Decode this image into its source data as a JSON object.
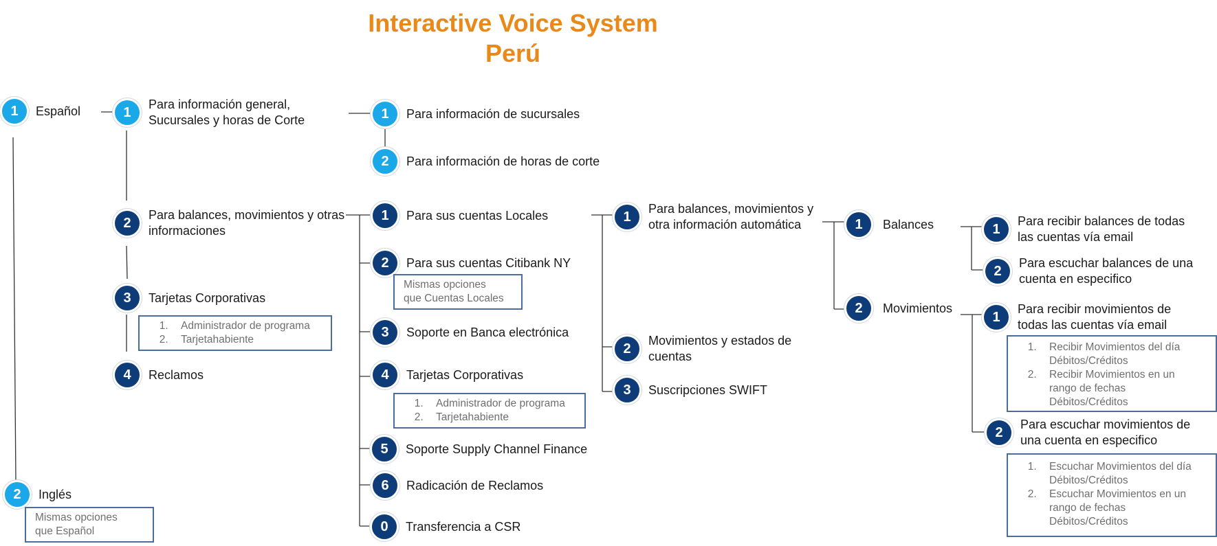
{
  "title": {
    "line1": "Interactive Voice System",
    "line2": "Perú"
  },
  "colors": {
    "title": "#e8891a",
    "badge_light": "#1aa8e8",
    "badge_dark": "#0d3c78",
    "box_border": "#4a6d9c"
  },
  "level1": {
    "espanol": {
      "num": "1",
      "label": "Español"
    },
    "ingles": {
      "num": "2",
      "label": "Inglés",
      "note_line1": "Mismas opciones",
      "note_line2": "que Español"
    }
  },
  "level2": {
    "info_general": {
      "num": "1",
      "line1": "Para información general,",
      "line2": "Sucursales y horas de Corte"
    },
    "balances": {
      "num": "2",
      "line1": "Para balances, movimientos y otras",
      "line2": "informaciones"
    },
    "tarjetas": {
      "num": "3",
      "label": "Tarjetas Corporativas",
      "items": [
        "Administrador de programa",
        "Tarjetahabiente"
      ]
    },
    "reclamos": {
      "num": "4",
      "label": "Reclamos"
    }
  },
  "info_sub": {
    "sucursales": {
      "num": "1",
      "label": "Para información de sucursales"
    },
    "horas": {
      "num": "2",
      "label": "Para información de horas de corte"
    }
  },
  "level3": {
    "locales": {
      "num": "1",
      "label": "Para sus cuentas Locales"
    },
    "citibank": {
      "num": "2",
      "label": "Para sus cuentas Citibank NY",
      "note_line1": "Mismas opciones",
      "note_line2": "que Cuentas Locales"
    },
    "soporte": {
      "num": "3",
      "label": "Soporte en Banca electrónica"
    },
    "tarjetas": {
      "num": "4",
      "label": "Tarjetas Corporativas",
      "items": [
        "Administrador de programa",
        "Tarjetahabiente"
      ]
    },
    "supply": {
      "num": "5",
      "label": "Soporte Supply Channel Finance"
    },
    "radicacion": {
      "num": "6",
      "label": "Radicación de Reclamos"
    },
    "csr": {
      "num": "0",
      "label": "Transferencia a CSR"
    }
  },
  "level4": {
    "auto": {
      "num": "1",
      "line1": "Para balances, movimientos y",
      "line2": "otra  información automática"
    },
    "estados": {
      "num": "2",
      "line1": "Movimientos y estados de",
      "line2": "cuentas"
    },
    "swift": {
      "num": "3",
      "label": "Suscripciones SWIFT"
    }
  },
  "level5": {
    "balances": {
      "num": "1",
      "label": "Balances"
    },
    "movimientos": {
      "num": "2",
      "label": "Movimientos"
    }
  },
  "level6": {
    "bal_email": {
      "num": "1",
      "line1": "Para recibir balances de todas",
      "line2": "las cuentas vía email"
    },
    "bal_escuchar": {
      "num": "2",
      "line1": "Para escuchar balances de una",
      "line2": "cuenta en especifico"
    },
    "mov_email": {
      "num": "1",
      "line1": "Para recibir movimientos de",
      "line2": "todas las cuentas vía email",
      "items": [
        [
          "Recibir Movimientos  del día",
          "Débitos/Créditos"
        ],
        [
          "Recibir Movimientos  en un",
          "rango de fechas",
          "Débitos/Créditos"
        ]
      ]
    },
    "mov_escuchar": {
      "num": "2",
      "line1": "Para escuchar movimientos de",
      "line2": "una cuenta en especifico",
      "items": [
        [
          "Escuchar Movimientos  del día",
          "Débitos/Créditos"
        ],
        [
          "Escuchar Movimientos  en un",
          "rango de fechas",
          "Débitos/Créditos"
        ]
      ]
    }
  }
}
